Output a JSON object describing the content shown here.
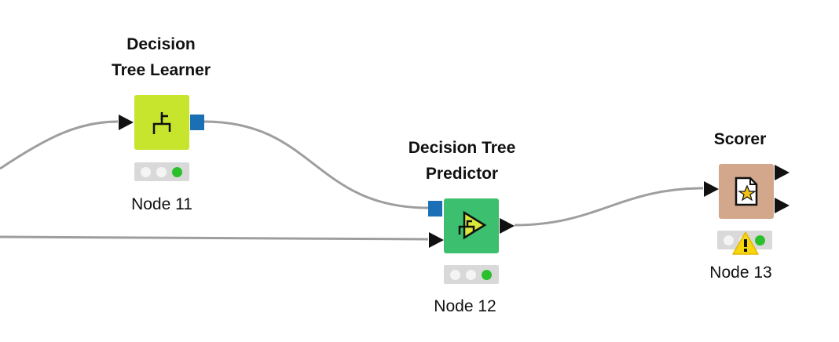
{
  "nodes": [
    {
      "title": "Decision\nTree Learner",
      "label": "Node 11",
      "color": "#c7e52c",
      "status": "executed",
      "icon": "tree-learner-icon"
    },
    {
      "title": "Decision Tree\nPredictor",
      "label": "Node 12",
      "color": "#3cbf6e",
      "status": "executed",
      "icon": "tree-predictor-icon"
    },
    {
      "title": "Scorer",
      "label": "Node 13",
      "color": "#d3a78c",
      "status": "warning",
      "icon": "scorer-icon"
    }
  ],
  "colors": {
    "connection": "#9e9e9e",
    "model_port": "#1b6fb5",
    "data_port": "#111111",
    "status_bg": "#d9d9d9",
    "status_green": "#2bc02b",
    "warning": "#f6d611"
  }
}
